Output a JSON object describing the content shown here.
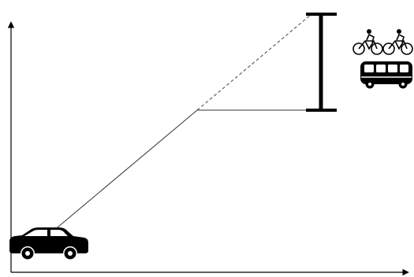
{
  "colors": {
    "ink": "#000000",
    "background": "#ffffff",
    "dashed_line": "#555555",
    "icon_window": "#ffffff"
  },
  "icons": {
    "origin": "car-icon",
    "target_top": "cyclists-icon",
    "target_bottom": "bus-icon",
    "cyclist_count": 2
  },
  "lines": {
    "rising": "solid",
    "extension": "dashed",
    "plateau": "solid",
    "range_bar": "i-beam"
  }
}
